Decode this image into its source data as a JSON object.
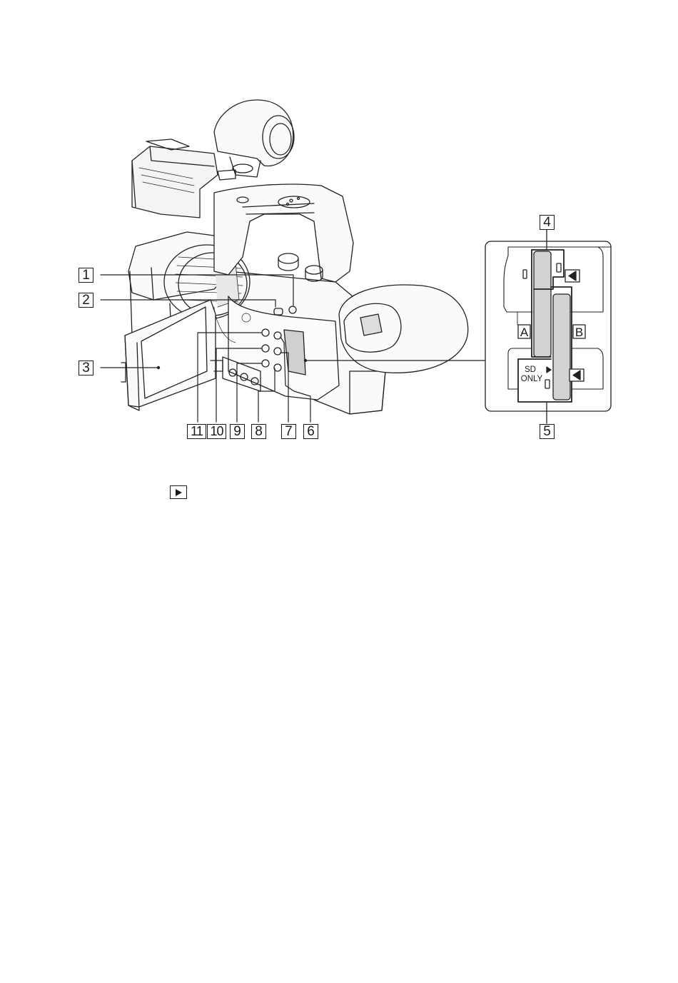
{
  "callouts": {
    "c1": "1",
    "c2": "2",
    "c3": "3",
    "c4": "4",
    "c5": "5",
    "c6": "6",
    "c7": "7",
    "c8": "8",
    "c9": "9",
    "c10": "10",
    "c11": "11"
  },
  "inset": {
    "label_a": "A",
    "label_b": "B",
    "sd_line1": "SD",
    "sd_line2": "ONLY"
  },
  "icons": [
    "play-icon",
    "eject-arrow-icon"
  ]
}
